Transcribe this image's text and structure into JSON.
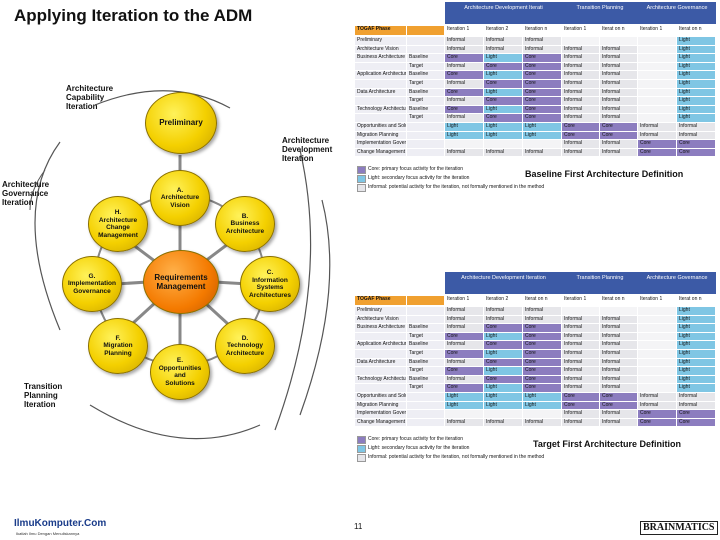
{
  "title": "Applying Iteration to the ADM",
  "diagram": {
    "iteration_labels": {
      "capability": "Architecture\nCapability\nIteration",
      "development": "Architecture\nDevelopment\nIteration",
      "governance": "Architecture\nGovernance\nIteration",
      "transition": "Transition\nPlanning\nIteration"
    },
    "phases": {
      "preliminary": "Preliminary",
      "center": "Requirements\nManagement",
      "a": "A.\nArchitecture\nVision",
      "b": "B.\nBusiness\nArchitecture",
      "c": "C.\nInformation\nSystems\nArchitectures",
      "d": "D.\nTechnology\nArchitecture",
      "e": "E.\nOpportunities\nand\nSolutions",
      "f": "F.\nMigration\nPlanning",
      "g": "G.\nImplementation\nGovernance",
      "h": "H.\nArchitecture\nChange\nManagement"
    }
  },
  "tables": [
    {
      "caption": "Baseline First Architecture Definition",
      "group_headers": [
        "Architecture Development Iterati",
        "Transition Planning",
        "Architecture Governance"
      ],
      "col_headers": [
        "TOGAF Phase",
        "",
        "Iteration 1",
        "Iteration 2",
        "Iteration n",
        "Iteration 1",
        "Iterat on n",
        "Iteration 1",
        "Iterat on n"
      ],
      "rows": [
        [
          "Preliminary",
          "",
          "Informal",
          "Informal",
          "Informal",
          "",
          "",
          "",
          "Light"
        ],
        [
          "Architecture Vision",
          "",
          "Informal",
          "Informal",
          "Informal",
          "Informal",
          "Informal",
          "",
          "Light"
        ],
        [
          "Business Architecture",
          "Baseline",
          "Core",
          "Light",
          "Core",
          "Informal",
          "Informal",
          "",
          "Light"
        ],
        [
          "",
          "Target",
          "Informal",
          "Core",
          "Core",
          "Informal",
          "Informal",
          "",
          "Light"
        ],
        [
          "Application Architecture",
          "Baseline",
          "Core",
          "Light",
          "Core",
          "Informal",
          "Informal",
          "",
          "Light"
        ],
        [
          "",
          "Target",
          "Informal",
          "Core",
          "Core",
          "Informal",
          "Informal",
          "",
          "Light"
        ],
        [
          "Data Architecture",
          "Baseline",
          "Core",
          "Light",
          "Core",
          "Informal",
          "Informal",
          "",
          "Light"
        ],
        [
          "",
          "Target",
          "Informal",
          "Core",
          "Core",
          "Informal",
          "Informal",
          "",
          "Light"
        ],
        [
          "Technology Architecture",
          "Baseline",
          "Core",
          "Light",
          "Core",
          "Informal",
          "Informal",
          "",
          "Light"
        ],
        [
          "",
          "Target",
          "Informal",
          "Core",
          "Core",
          "Informal",
          "Informal",
          "",
          "Light"
        ],
        [
          "Opportunities and Solutions",
          "",
          "Light",
          "Light",
          "Light",
          "Core",
          "Core",
          "Informal",
          "Informal"
        ],
        [
          "Migration Planning",
          "",
          "Light",
          "Light",
          "Light",
          "Core",
          "Core",
          "Informal",
          "Informal"
        ],
        [
          "Implementation Governance",
          "",
          "",
          "",
          "",
          "Informal",
          "Informal",
          "Core",
          "Core"
        ],
        [
          "Change Management",
          "",
          "Informal",
          "Informal",
          "Informal",
          "Informal",
          "Informal",
          "Core",
          "Core"
        ]
      ],
      "legend": [
        "Core: primary focus activity for the iteration",
        "Light: secondary focus activity for the iteration",
        "Informal: potential activity for the iteration, not formally mentioned in the method"
      ]
    },
    {
      "caption": "Target First Architecture Definition",
      "group_headers": [
        "Architecture Development Iteration",
        "Transition Planning",
        "Architecture Governance"
      ],
      "col_headers": [
        "TOGAF Phase",
        "",
        "Iteration 1",
        "Iteration 2",
        "Iterat on n",
        "Iteration 1",
        "Iterat on n",
        "Iteration 1",
        "Iterat on n"
      ],
      "rows": [
        [
          "Preliminary",
          "",
          "Informal",
          "Informal",
          "Informal",
          "",
          "",
          "",
          "Light"
        ],
        [
          "Architecture Vision",
          "",
          "Informal",
          "Informal",
          "Informal",
          "Informal",
          "Informal",
          "",
          "Light"
        ],
        [
          "Business Architecture",
          "Baseline",
          "Informal",
          "Core",
          "Core",
          "Informal",
          "Informal",
          "",
          "Light"
        ],
        [
          "",
          "Target",
          "Core",
          "Light",
          "Core",
          "Informal",
          "Informal",
          "",
          "Light"
        ],
        [
          "Application Architecture",
          "Baseline",
          "Informal",
          "Core",
          "Core",
          "Informal",
          "Informal",
          "",
          "Light"
        ],
        [
          "",
          "Target",
          "Core",
          "Light",
          "Core",
          "Informal",
          "Informal",
          "",
          "Light"
        ],
        [
          "Data Architecture",
          "Baseline",
          "Informal",
          "Core",
          "Core",
          "Informal",
          "Informal",
          "",
          "Light"
        ],
        [
          "",
          "Target",
          "Core",
          "Light",
          "Core",
          "Informal",
          "Informal",
          "",
          "Light"
        ],
        [
          "Technology Architecture",
          "Baseline",
          "Informal",
          "Core",
          "Core",
          "Informal",
          "Informal",
          "",
          "Light"
        ],
        [
          "",
          "Target",
          "Core",
          "Light",
          "Core",
          "Informal",
          "Informal",
          "",
          "Light"
        ],
        [
          "Opportunities and Solutions",
          "",
          "Light",
          "Light",
          "Light",
          "Core",
          "Core",
          "Informal",
          "Informal"
        ],
        [
          "Migration Planning",
          "",
          "Light",
          "Light",
          "Light",
          "Core",
          "Core",
          "Informal",
          "Informal"
        ],
        [
          "Implementation Governance",
          "",
          "",
          "",
          "",
          "Informal",
          "Informal",
          "Core",
          "Core"
        ],
        [
          "Change Management",
          "",
          "Informal",
          "Informal",
          "Informal",
          "Informal",
          "Informal",
          "Core",
          "Core"
        ]
      ],
      "legend": [
        "Core: primary focus activity for the iteration",
        "Light: secondary focus activity for the iteration",
        "Informal: potential activity for the iteration, not formally mentioned in the method"
      ]
    }
  ],
  "footer": {
    "left_logo": "IlmuKomputer.Com",
    "left_tagline": "Ikatlah Ilmu Dengan Menuliskannya",
    "page_number": "11",
    "right_logo": "BRAINMATICS"
  },
  "colors": {
    "header_blue": "#3c5aa6",
    "core": "#8c7dbf",
    "light": "#7fc6e4",
    "informal": "#e6e6ea",
    "phase_col": "#eeeef4",
    "phase_header": "#f0a030",
    "yellow": "#f4d000",
    "orange": "#f47a00"
  }
}
